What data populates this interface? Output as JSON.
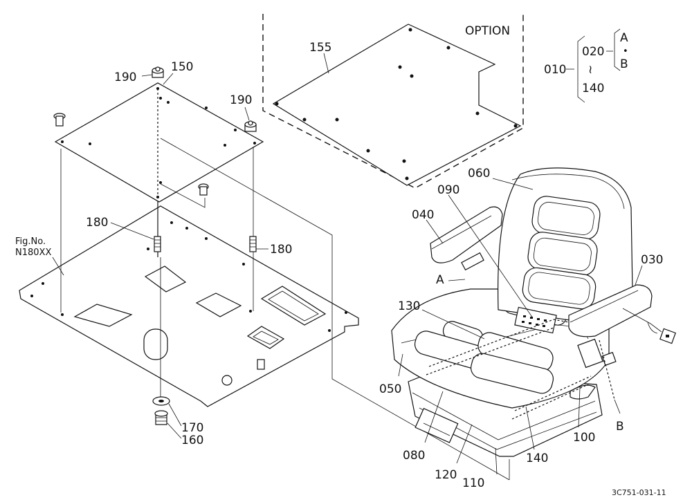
{
  "diagram": {
    "option_label": "OPTION",
    "fig_ref_line1": "Fig.No.",
    "fig_ref_line2": "N180XX",
    "drawing_code": "3C751-031-11",
    "legend": {
      "parent": "010",
      "range_start": "020",
      "range_end": "140",
      "tilde": "≀",
      "variant_a": "A",
      "variant_dot": "•",
      "variant_b": "B"
    },
    "callouts": {
      "p190_left": "190",
      "p150": "150",
      "p190_right": "190",
      "p155": "155",
      "p060": "060",
      "p090": "090",
      "p040": "040",
      "p030": "030",
      "p180_left": "180",
      "p180_right": "180",
      "p130": "130",
      "p050": "050",
      "p170": "170",
      "p160": "160",
      "p080": "080",
      "p120": "120",
      "p110": "110",
      "p140": "140",
      "p100": "100",
      "mark_a": "A",
      "mark_b": "B"
    }
  }
}
